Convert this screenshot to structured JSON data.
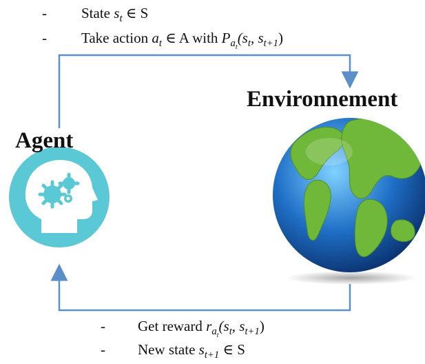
{
  "top_annotations": [
    {
      "plain": "State ",
      "math": "s",
      "sub": "t",
      "after": " ∈ S"
    },
    {
      "plain": "Take action ",
      "math": "a",
      "sub": "t",
      "after": " ∈ A with ",
      "math2": "P",
      "sub2": "a",
      "subsub2": "t",
      "args": "(s",
      "args_sub1": "t",
      "args_mid": ", s",
      "args_sub2": "t+1",
      "args_end": ")"
    }
  ],
  "bottom_annotations": [
    {
      "plain": "Get reward ",
      "math": "r",
      "sub": "a",
      "subsub": "t",
      "args": "(s",
      "args_sub1": "t",
      "args_mid": ", s",
      "args_sub2": "t+1",
      "args_end": ")"
    },
    {
      "plain": "New state  ",
      "math": "s",
      "sub": "t+1",
      "after": " ∈ S"
    }
  ],
  "dash": "-",
  "agent_label": "Agent",
  "environment_label": "Environnement",
  "colors": {
    "arrow": "#5b8fc9",
    "agent_circle": "#5bc8d6",
    "ocean": "#1f6fc7",
    "land": "#6fb83a"
  },
  "icons": {
    "agent": "head-with-gears-icon",
    "environment": "earth-globe-icon"
  }
}
